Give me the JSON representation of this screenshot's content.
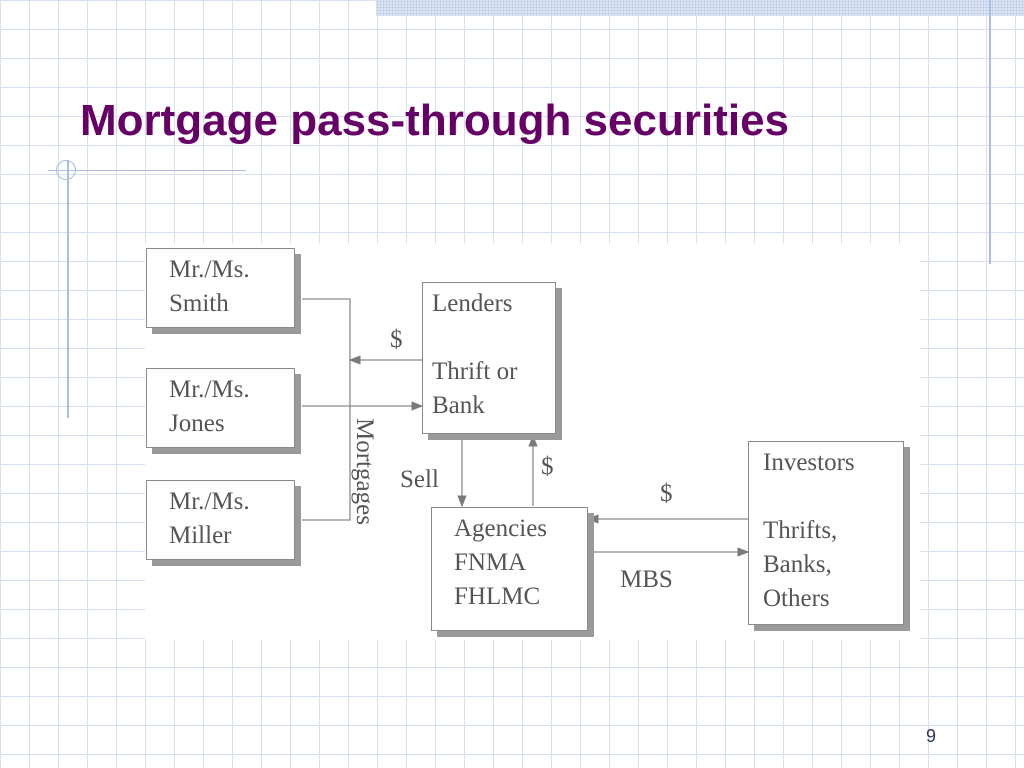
{
  "title": "Mortgage pass-through securities",
  "page_number": "9",
  "boxes": {
    "smith": [
      "Mr./Ms.",
      "Smith"
    ],
    "jones": [
      "Mr./Ms.",
      "Jones"
    ],
    "miller": [
      "Mr./Ms.",
      "Miller"
    ],
    "lenders": [
      "Lenders",
      "Thrift or",
      "Bank"
    ],
    "agencies": [
      "Agencies",
      "FNMA",
      "FHLMC"
    ],
    "investors": [
      "Investors",
      "Thrifts,",
      "Banks,",
      "Others"
    ]
  },
  "labels": {
    "dollar_to_homeowners": "$",
    "mortgages": "Mortgages",
    "sell": "Sell",
    "dollar_to_lenders": "$",
    "dollar_to_agencies": "$",
    "mbs": "MBS"
  },
  "colors": {
    "title": "#660066",
    "diagram_text": "#555555",
    "grid": "#d6e0ee"
  }
}
